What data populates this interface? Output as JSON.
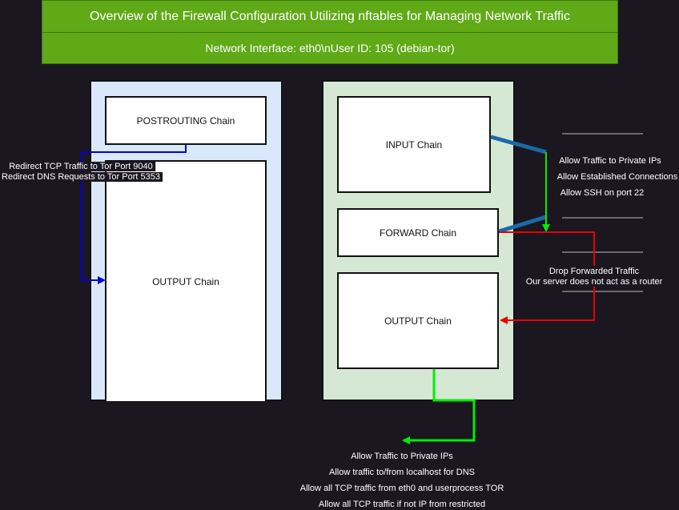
{
  "header": {
    "title": "Overview of the Firewall Configuration Utilizing nftables for Managing Network Traffic",
    "subtitle": "Network Interface: eth0\\nUser ID: 105 (debian-tor)"
  },
  "left_panel": {
    "postrouting": "POSTROUTING Chain",
    "output": "OUTPUT Chain",
    "redirect_labels": [
      "Redirect TCP Traffic to Tor Port 9040",
      "Redirect DNS Requests to Tor Port 5353"
    ]
  },
  "right_panel": {
    "input": "INPUT Chain",
    "forward": "FORWARD Chain",
    "output": "OUTPUT Chain"
  },
  "input_rules": [
    "Allow Traffic to Private IPs",
    "Allow Established Connections",
    "Allow SSH on port 22"
  ],
  "forward_rules": [
    "Drop Forwarded Traffic",
    "Our server does not act as a router"
  ],
  "output_rules": [
    "Allow Traffic to Private IPs",
    "Allow traffic to/from localhost for DNS",
    "Allow all TCP traffic from eth0 and userprocess TOR",
    "Allow all TCP traffic if not IP from restricted"
  ],
  "colors": {
    "background": "#1b1721",
    "header": "#60a917",
    "left_panel": "#dae8fc",
    "right_panel": "#d5e8d4",
    "edge_blue": "#0000dd",
    "edge_steel": "#1b6aa8",
    "edge_green": "#00ee00",
    "edge_red": "#ee0000",
    "separator": "#bbbbbb"
  }
}
